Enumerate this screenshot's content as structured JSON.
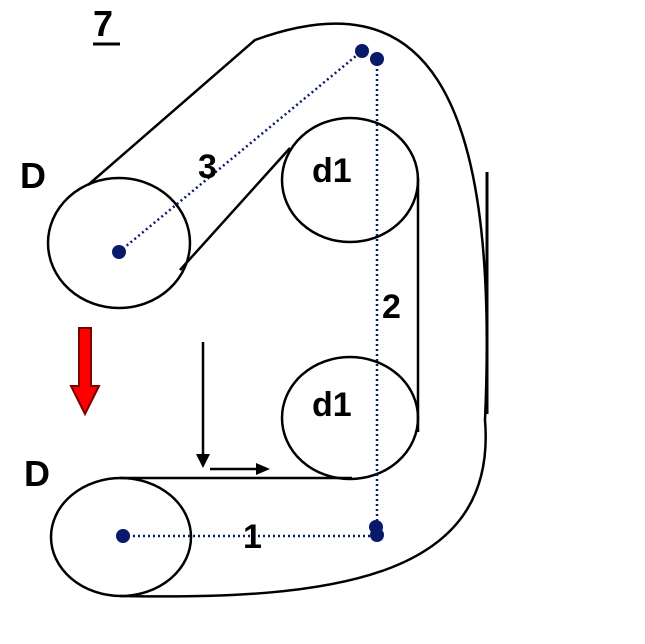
{
  "figure": {
    "number": "7",
    "labels": {
      "upper_left_pulley": "D",
      "lower_left_pulley": "D",
      "upper_right_pulley": "d1",
      "lower_right_pulley": "d1",
      "segment_bottom": "1",
      "segment_vertical": "2",
      "segment_diagonal": "3"
    }
  },
  "colors": {
    "stroke": "#000000",
    "center_point": "#0a1a6b",
    "guide_line": "#0a1a6b",
    "arrow_fill": "#ff0000",
    "arrow_outline": "#7a0000"
  },
  "icons": {
    "motion_arrow": "red-down-arrow",
    "force_arrows": "black-down-right-arrows"
  }
}
